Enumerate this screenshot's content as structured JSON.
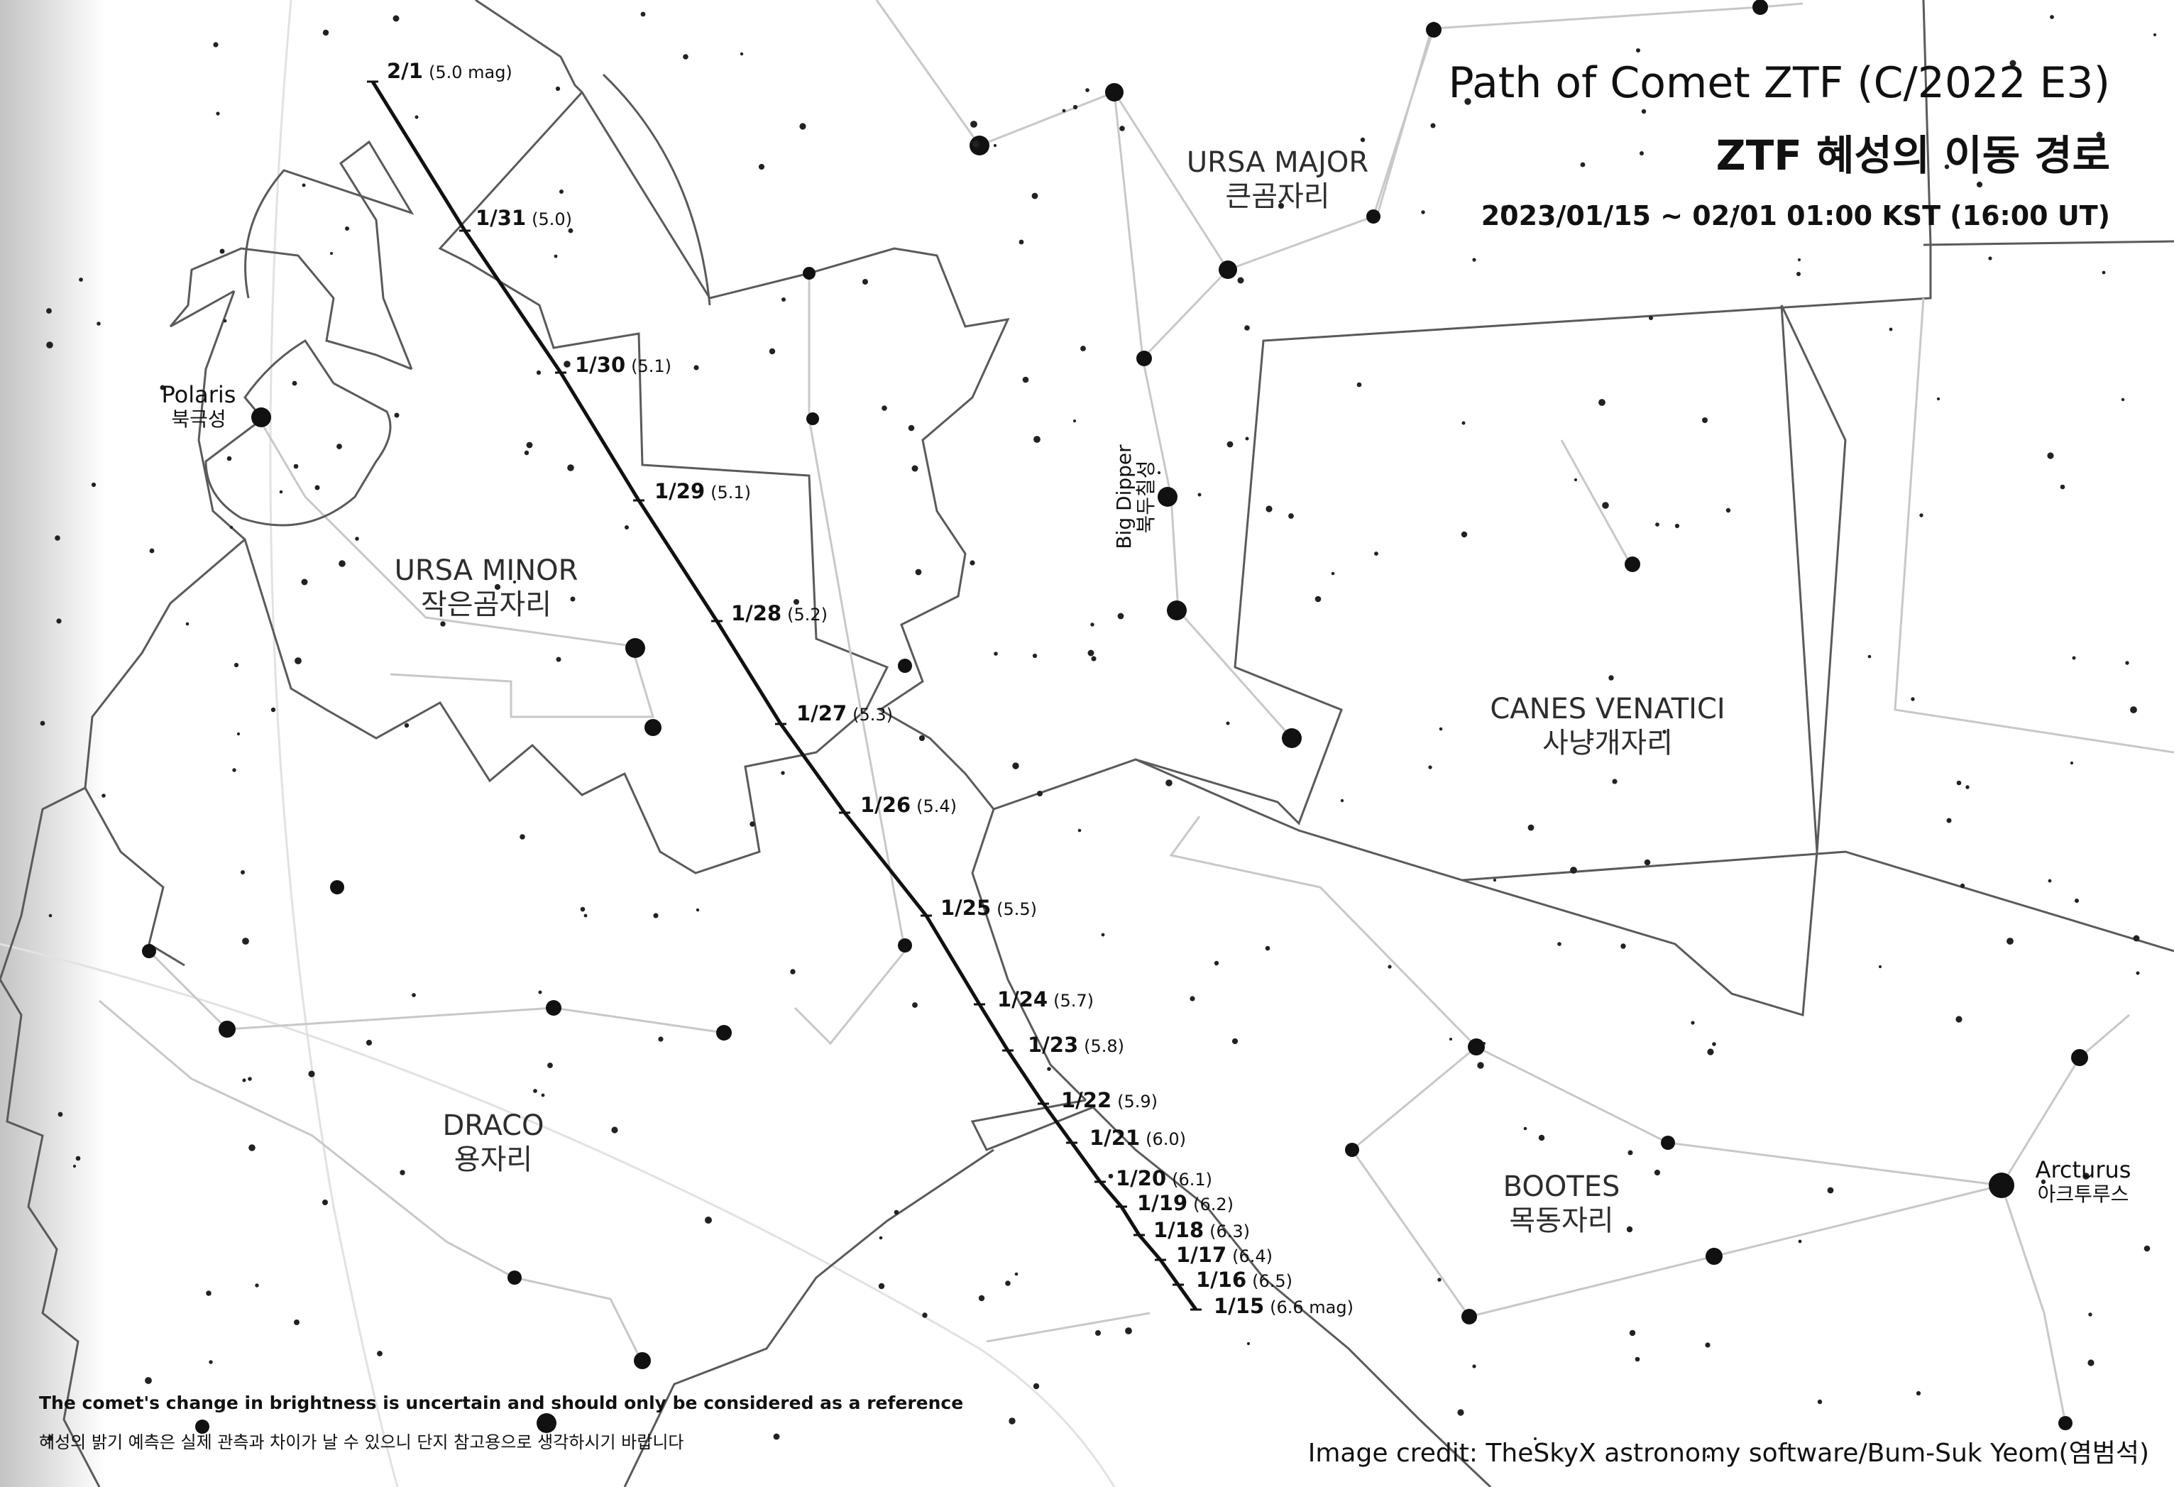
{
  "title": {
    "line1": "Path of Comet ZTF (C/2022 E3)",
    "line2": "ZTF 혜성의 이동 경로",
    "line3": "2023/01/15 ~ 02/01 01:00 KST (16:00 UT)"
  },
  "constellations": {
    "ursa_major": {
      "en": "URSA MAJOR",
      "ko": "큰곰자리"
    },
    "ursa_minor": {
      "en": "URSA MINOR",
      "ko": "작은곰자리"
    },
    "draco": {
      "en": "DRACO",
      "ko": "용자리"
    },
    "canes_venatici": {
      "en": "CANES VENATICI",
      "ko": "사냥개자리"
    },
    "bootes": {
      "en": "BOOTES",
      "ko": "목동자리"
    }
  },
  "stars": {
    "polaris": {
      "en": "Polaris",
      "ko": "북극성"
    },
    "arcturus": {
      "en": "Arcturus",
      "ko": "아크투루스"
    }
  },
  "asterism": {
    "en": "Big Dipper",
    "ko": "북두칠성"
  },
  "comet_path": [
    {
      "date": "1/15",
      "mag": "(6.6 mag)",
      "magnitude": 6.6
    },
    {
      "date": "1/16",
      "mag": "(6.5)",
      "magnitude": 6.5
    },
    {
      "date": "1/17",
      "mag": "(6.4)",
      "magnitude": 6.4
    },
    {
      "date": "1/18",
      "mag": "(6.3)",
      "magnitude": 6.3
    },
    {
      "date": "1/19",
      "mag": "(6.2)",
      "magnitude": 6.2
    },
    {
      "date": "1/20",
      "mag": "(6.1)",
      "magnitude": 6.1
    },
    {
      "date": "1/21",
      "mag": "(6.0)",
      "magnitude": 6.0
    },
    {
      "date": "1/22",
      "mag": "(5.9)",
      "magnitude": 5.9
    },
    {
      "date": "1/23",
      "mag": "(5.8)",
      "magnitude": 5.8
    },
    {
      "date": "1/24",
      "mag": "(5.7)",
      "magnitude": 5.7
    },
    {
      "date": "1/25",
      "mag": "(5.5)",
      "magnitude": 5.5
    },
    {
      "date": "1/26",
      "mag": "(5.4)",
      "magnitude": 5.4
    },
    {
      "date": "1/27",
      "mag": "(5.3)",
      "magnitude": 5.3
    },
    {
      "date": "1/28",
      "mag": "(5.2)",
      "magnitude": 5.2
    },
    {
      "date": "1/29",
      "mag": "(5.1)",
      "magnitude": 5.1
    },
    {
      "date": "1/30",
      "mag": "(5.1)",
      "magnitude": 5.1
    },
    {
      "date": "1/31",
      "mag": "(5.0)",
      "magnitude": 5.0
    },
    {
      "date": "2/1",
      "mag": "(5.0 mag)",
      "magnitude": 5.0
    }
  ],
  "notes": {
    "en": "The comet's change in brightness is uncertain and should only be considered as a reference",
    "ko": "혜성의 밝기 예측은 실제 관측과 차이가 날 수 있으니 단지 참고용으로 생각하시기 바랍니다"
  },
  "credit": "Image credit: TheSkyX astronomy software/Bum-Suk Yeom(염범석)"
}
